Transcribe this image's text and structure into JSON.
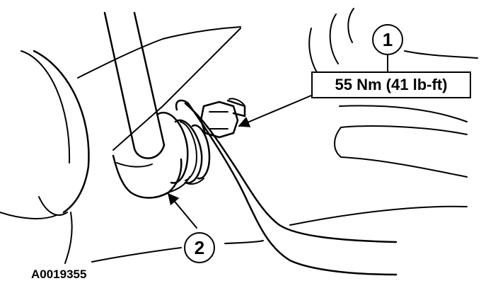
{
  "callouts": [
    {
      "number": "1"
    },
    {
      "number": "2"
    }
  ],
  "torque_spec": "55 Nm (41 lb-ft)",
  "figure_id": "A0019355"
}
